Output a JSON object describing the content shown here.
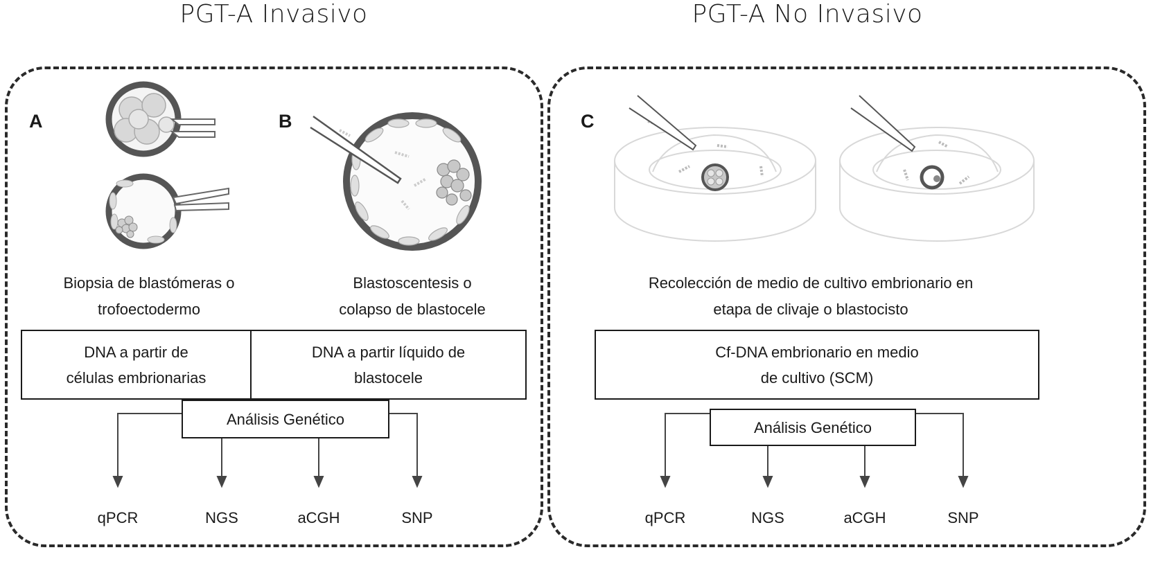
{
  "titles": {
    "invasive": "PGT-A Invasivo",
    "noninvasive": "PGT-A No Invasivo"
  },
  "panels": {
    "a": {
      "letter": "A",
      "caption_line1": "Biopsia de blastómeras o",
      "caption_line2": "trofoectodermo",
      "box_line1": "DNA a partir de",
      "box_line2": "células embrionarias"
    },
    "b": {
      "letter": "B",
      "caption_line1": "Blastoscentesis o",
      "caption_line2": "colapso de blastocele",
      "box_line1": "DNA a partir líquido de",
      "box_line2": "blastocele"
    },
    "c": {
      "letter": "C",
      "caption_line1": "Recolección de medio de cultivo embrionario en",
      "caption_line2": "etapa de clivaje o blastocisto",
      "box_line1": "Cf-DNA embrionario en medio",
      "box_line2": "de cultivo (SCM)"
    }
  },
  "analysis": {
    "left_label": "Análisis Genético",
    "right_label": "Análisis Genético",
    "left_methods": [
      "qPCR",
      "NGS",
      "aCGH",
      "SNP"
    ],
    "right_methods": [
      "qPCR",
      "NGS",
      "aCGH",
      "SNP"
    ]
  },
  "colors": {
    "line": "#2a2a2a",
    "cell_fill": "#cfcfcf",
    "dish": "#d9d9d9"
  }
}
